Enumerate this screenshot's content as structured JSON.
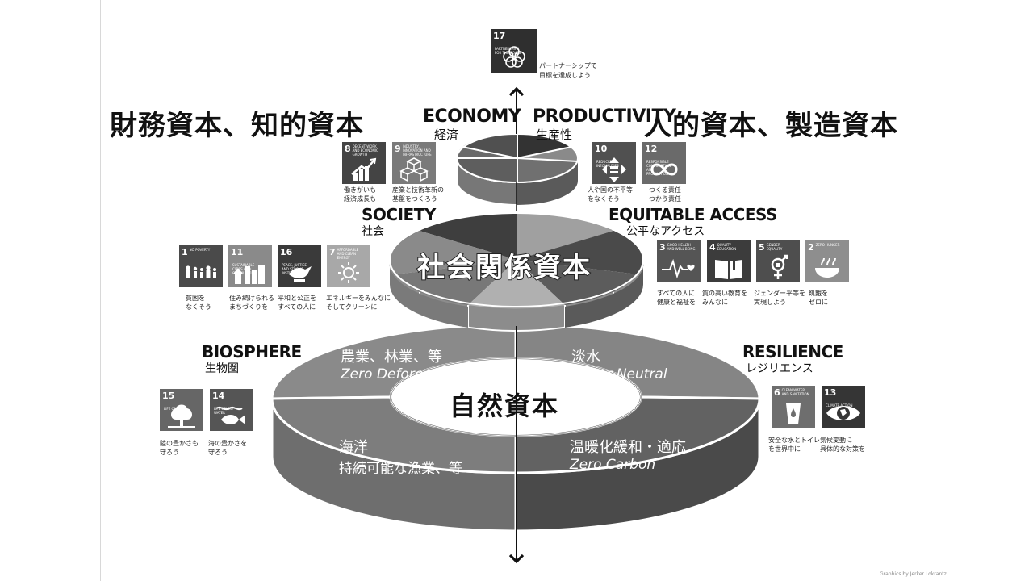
{
  "headings": {
    "left": "財務資本、知的資本",
    "right": "人的資本、製造資本"
  },
  "categories": {
    "economy": {
      "en": "ECONOMY",
      "jp": "経済"
    },
    "productivity": {
      "en": "PRODUCTIVITY",
      "jp": "生産性"
    },
    "society": {
      "en": "SOCIETY",
      "jp": "社会"
    },
    "equitable": {
      "en": "EQUITABLE ACCESS",
      "jp": "公平なアクセス"
    },
    "biosphere": {
      "en": "BIOSPHERE",
      "jp": "生物圏"
    },
    "resilience": {
      "en": "RESILIENCE",
      "jp": "レジリエンス"
    }
  },
  "tiers": {
    "social_capital": "社会関係資本",
    "natural_capital": "自然資本"
  },
  "ring": {
    "agri_jp": "農業、林業、等",
    "agri_en": "Zero Deforestration",
    "water_jp": "淡水",
    "water_en": "Water Neutral",
    "ocean_jp": "海洋",
    "ocean_sub": "持続可能な漁業、等",
    "climate_jp": "温暖化緩和・適応",
    "climate_en": "Zero Carbon"
  },
  "sdgs": {
    "g17": {
      "num": "17",
      "title": "PARTNERSHIPS FOR THE GOALS",
      "label1": "パートナーシップで",
      "label2": "目標を達成しよう",
      "color": "#2f2f2f"
    },
    "g8": {
      "num": "8",
      "title": "DECENT WORK AND ECONOMIC GROWTH",
      "label1": "働きがいも",
      "label2": "経済成長も",
      "color": "#444444"
    },
    "g9": {
      "num": "9",
      "title": "INDUSTRY, INNOVATION AND INFRASTRUCTURE",
      "label1": "産業と技術革新の",
      "label2": "基盤をつくろう",
      "color": "#7a7a7a"
    },
    "g10": {
      "num": "10",
      "title": "REDUCED INEQUALITIES",
      "label1": "人や国の不平等",
      "label2": "をなくそう",
      "color": "#505050"
    },
    "g12": {
      "num": "12",
      "title": "RESPONSIBLE CONSUMPTION AND PRODUCTION",
      "label1": "つくる責任",
      "label2": "つかう責任",
      "color": "#6a6a6a"
    },
    "g1": {
      "num": "1",
      "title": "NO POVERTY",
      "label1": "貧困を",
      "label2": "なくそう",
      "color": "#4a4a4a"
    },
    "g11": {
      "num": "11",
      "title": "SUSTAINABLE CITIES AND COMMUNITIES",
      "label1": "住み続けられる",
      "label2": "まちづくりを",
      "color": "#8a8a8a"
    },
    "g16": {
      "num": "16",
      "title": "PEACE, JUSTICE AND STRONG INSTITUTIONS",
      "label1": "平和と公正を",
      "label2": "すべての人に",
      "color": "#3a3a3a"
    },
    "g7": {
      "num": "7",
      "title": "AFFORDABLE AND CLEAN ENERGY",
      "label1": "エネルギーをみんなに",
      "label2": "そしてクリーンに",
      "color": "#a8a8a8"
    },
    "g3": {
      "num": "3",
      "title": "GOOD HEALTH AND WELL-BEING",
      "label1": "すべての人に",
      "label2": "健康と福祉を",
      "color": "#555555"
    },
    "g4": {
      "num": "4",
      "title": "QUALITY EDUCATION",
      "label1": "質の高い教育を",
      "label2": "みんなに",
      "color": "#3c3c3c"
    },
    "g5": {
      "num": "5",
      "title": "GENDER EQUALITY",
      "label1": "ジェンダー平等を",
      "label2": "実現しよう",
      "color": "#4e4e4e"
    },
    "g2": {
      "num": "2",
      "title": "ZERO HUNGER",
      "label1": "飢餓を",
      "label2": "ゼロに",
      "color": "#8e8e8e"
    },
    "g15": {
      "num": "15",
      "title": "LIFE ON LAND",
      "label1": "陸の豊かさも",
      "label2": "守ろう",
      "color": "#666666"
    },
    "g14": {
      "num": "14",
      "title": "LIFE BELOW WATER",
      "label1": "海の豊かさを",
      "label2": "守ろう",
      "color": "#555555"
    },
    "g6": {
      "num": "6",
      "title": "CLEAN WATER AND SANITATION",
      "label1": "安全な水とトイレ",
      "label2": "を世界中に",
      "color": "#6e6e6e"
    },
    "g13": {
      "num": "13",
      "title": "CLIMATE ACTION",
      "label1": "気候変動に",
      "label2": "具体的な対策を",
      "color": "#353535"
    }
  },
  "credit": "Graphics by Jerker Lokrantz"
}
